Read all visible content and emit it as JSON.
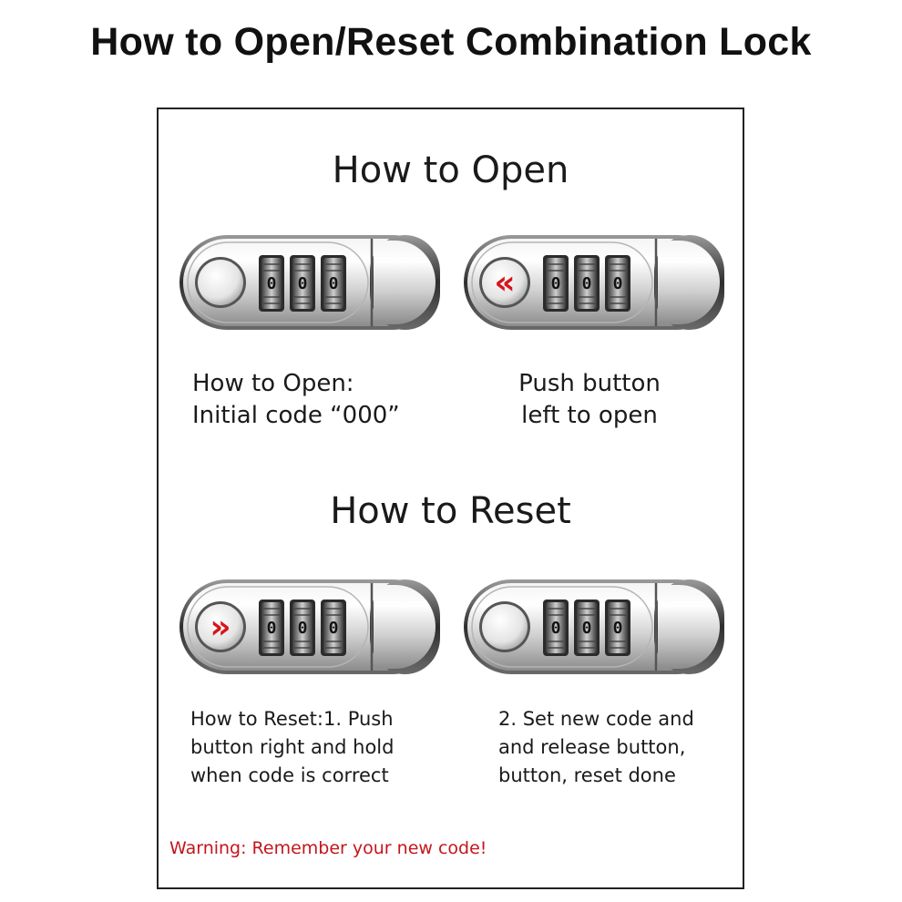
{
  "title": "How to Open/Reset Combination Lock",
  "open": {
    "heading": "How to Open",
    "left_caption": [
      "How to Open:",
      "Initial code “000”"
    ],
    "right_caption": [
      "Push button",
      "left to open"
    ]
  },
  "reset": {
    "heading": "How to Reset",
    "left_caption": [
      "How to Reset:1. Push",
      "button right and hold",
      "when code is correct"
    ],
    "right_caption": [
      "2. Set new code and",
      "and release button,",
      "button, reset done"
    ]
  },
  "dial_digits": [
    "0",
    "0",
    "0"
  ],
  "arrow_left": "«",
  "arrow_right": "»",
  "warning": "Warning: Remember your new code!",
  "colors": {
    "accent": "#d6141c",
    "warning": "#c4161c"
  }
}
